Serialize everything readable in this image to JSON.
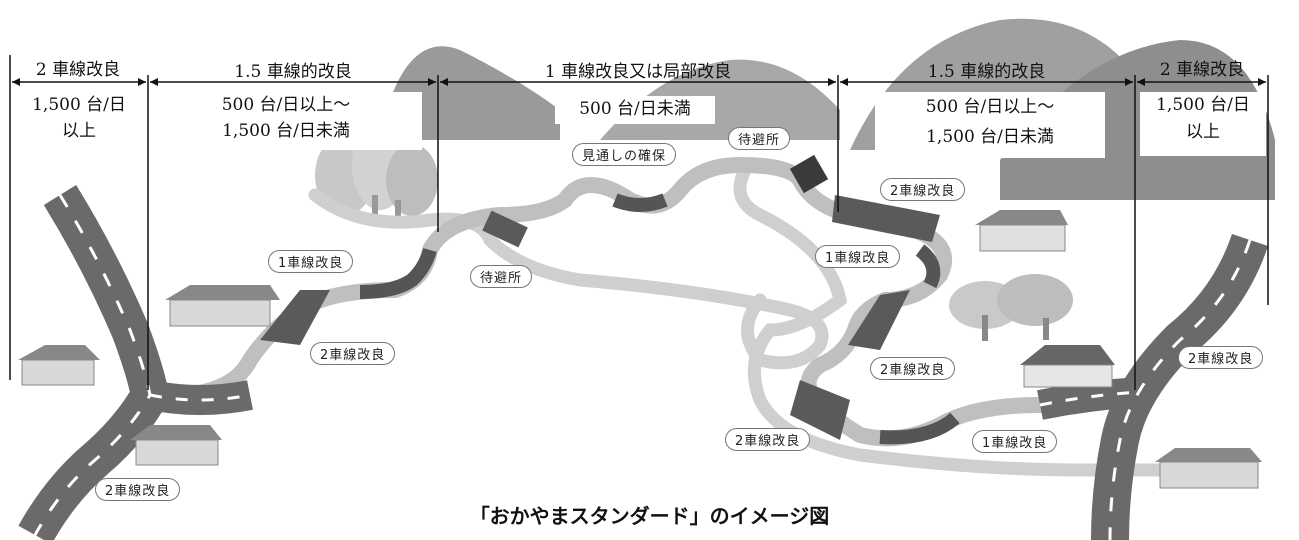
{
  "sections": [
    {
      "label": "2 車線改良",
      "traffic_line1": "1,500 台/日",
      "traffic_line2": "以上"
    },
    {
      "label": "1.5 車線的改良",
      "traffic_line1": "500 台/日以上～",
      "traffic_line2": "1,500 台/日未満"
    },
    {
      "label": "1 車線改良又は局部改良",
      "traffic_line1": "500 台/日未満"
    },
    {
      "label": "1.5 車線的改良",
      "traffic_line1": "500 台/日以上～",
      "traffic_line2": "1,500 台/日未満"
    },
    {
      "label": "2 車線改良",
      "traffic_line1": "1,500 台/日",
      "traffic_line2": "以上"
    }
  ],
  "callouts": {
    "one_lane_1": "1車線改良",
    "two_lane_1": "2車線改良",
    "passing_bay_1": "待避所",
    "sight_line": "見通しの確保",
    "passing_bay_2": "待避所",
    "two_lane_2": "2車線改良",
    "one_lane_2": "1車線改良",
    "two_lane_3": "2車線改良",
    "two_lane_4": "2車線改良",
    "one_lane_3": "1車線改良",
    "two_lane_5": "2車線改良",
    "two_lane_6": "2車線改良"
  },
  "caption": "「おかやまスタンダード」のイメージ図"
}
